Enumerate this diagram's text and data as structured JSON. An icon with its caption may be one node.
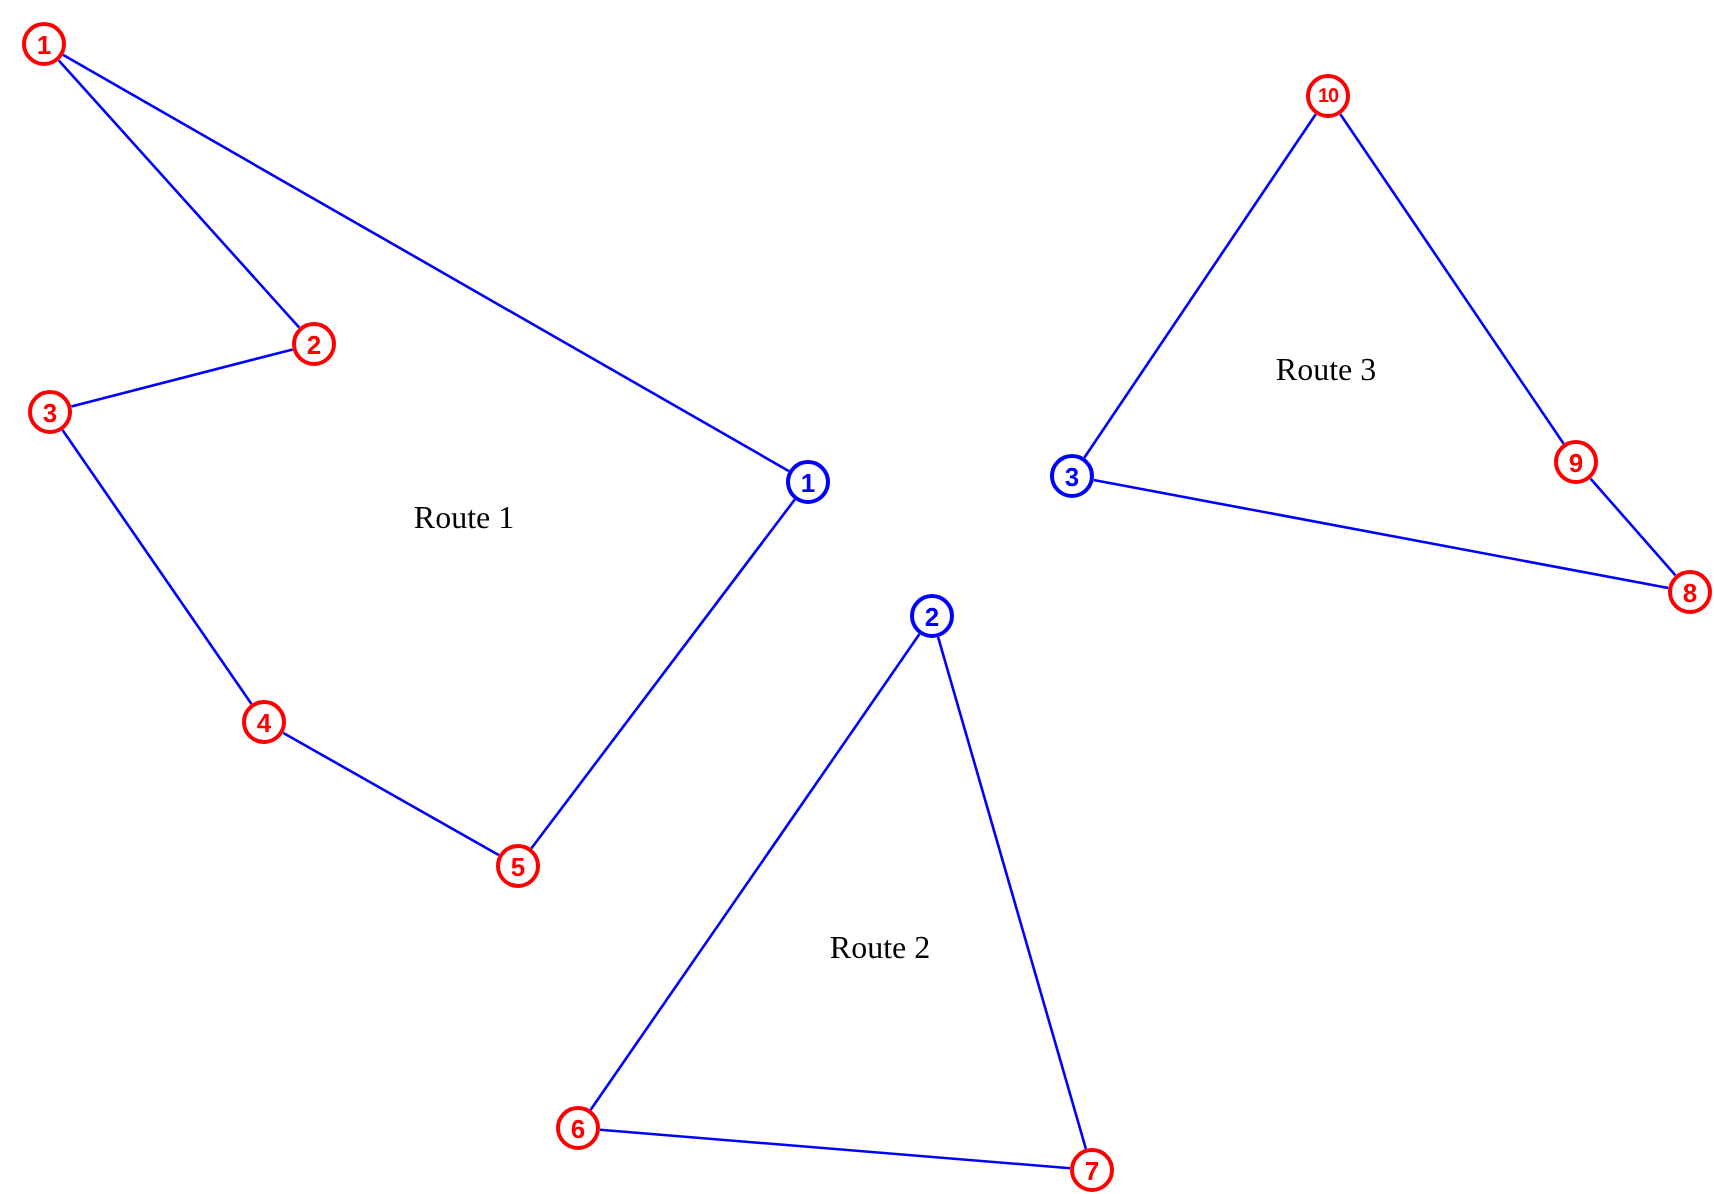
{
  "diagram": {
    "nodes": [
      {
        "text": [
          "1"
        ]
      },
      {
        "text": [
          "10"
        ]
      },
      {
        "text": [
          "2"
        ]
      },
      {
        "text": [
          "3"
        ]
      },
      {
        "text": [
          "9"
        ]
      },
      {
        "text": [
          "3"
        ]
      },
      {
        "text": [
          "1"
        ]
      },
      {
        "text": [
          "8"
        ]
      },
      {
        "text": [
          "2"
        ]
      },
      {
        "text": [
          "4"
        ]
      },
      {
        "text": [
          "5"
        ]
      },
      {
        "text": [
          "6"
        ]
      },
      {
        "text": [
          "7"
        ]
      }
    ],
    "edges": [
      {
        "from": 0,
        "to": 2,
        "arrow": "none"
      },
      {
        "from": 2,
        "to": 3,
        "arrow": "none"
      },
      {
        "from": 3,
        "to": 9,
        "arrow": "none"
      },
      {
        "from": 9,
        "to": 10,
        "arrow": "none"
      },
      {
        "from": 10,
        "to": 6,
        "arrow": "none"
      },
      {
        "from": 6,
        "to": 0,
        "arrow": "none"
      },
      {
        "from": 8,
        "to": 12,
        "arrow": "none"
      },
      {
        "from": 12,
        "to": 11,
        "arrow": "none"
      },
      {
        "from": 11,
        "to": 8,
        "arrow": "none"
      },
      {
        "from": 5,
        "to": 1,
        "arrow": "none"
      },
      {
        "from": 1,
        "to": 4,
        "arrow": "none"
      },
      {
        "from": 4,
        "to": 7,
        "arrow": "none"
      },
      {
        "from": 7,
        "to": 5,
        "arrow": "none"
      }
    ],
    "labels": [
      "Route 3",
      "Route 1",
      "Route 2"
    ]
  }
}
